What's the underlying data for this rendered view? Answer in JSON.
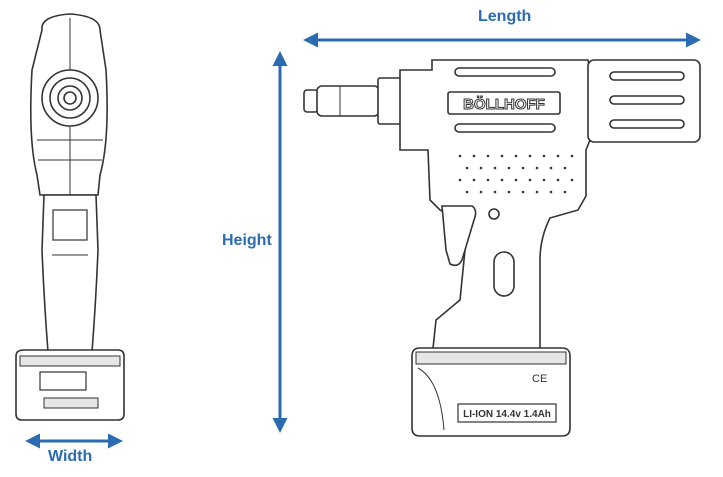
{
  "dimensions": {
    "length_label": "Length",
    "height_label": "Height",
    "width_label": "Width"
  },
  "tool": {
    "brand_marking": "BÖLLHOFF",
    "battery_label": "LI-ION 14.4v 1.4Ah",
    "ce_mark": "CE"
  },
  "colors": {
    "arrow": "#2b6cb0",
    "line": "#333333",
    "fill": "#ffffff",
    "battery_shade": "#e6e6e6"
  }
}
